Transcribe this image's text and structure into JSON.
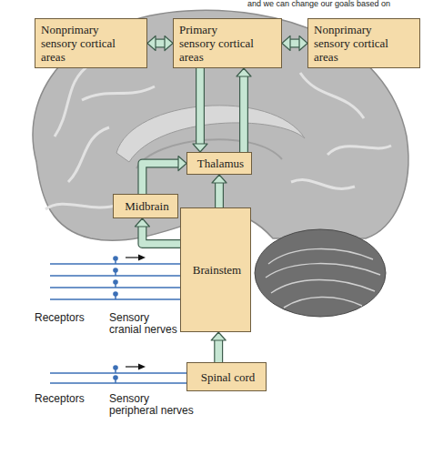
{
  "diagram": {
    "nodes": [
      {
        "text": [
          "Nonprimary sensory cortical areas"
        ]
      },
      {
        "text": [
          "Primary sensory cortical areas"
        ]
      },
      {
        "text": [
          "Nonprimary sensory cortical areas"
        ]
      },
      {
        "text": [
          "Thalamus"
        ]
      },
      {
        "text": [
          "Midbrain"
        ]
      },
      {
        "text": [
          "Brainstem"
        ]
      },
      {
        "text": [
          "Spinal cord"
        ]
      }
    ],
    "edges": [
      {
        "from": 0,
        "to": 1,
        "arrow": "both"
      },
      {
        "from": 1,
        "to": 2,
        "arrow": "both"
      },
      {
        "from": 1,
        "to": 3,
        "arrow": "to"
      },
      {
        "from": 3,
        "to": 1,
        "arrow": "to"
      },
      {
        "from": 5,
        "to": 3,
        "arrow": "to"
      },
      {
        "from": 5,
        "to": 4,
        "arrow": "to"
      },
      {
        "from": 4,
        "to": 3,
        "arrow": "to"
      },
      {
        "from": 6,
        "to": 5,
        "arrow": "to"
      }
    ],
    "labels": [
      "and we can change our goals based on",
      "Receptors",
      "Sensory cranial nerves",
      "Receptors",
      "Sensory peripheral nerves"
    ]
  }
}
